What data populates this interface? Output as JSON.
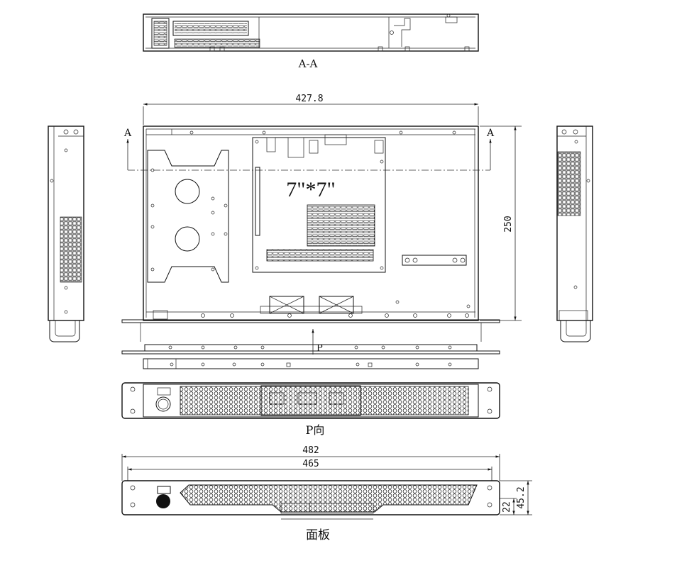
{
  "views": {
    "section_label": "A-A",
    "p_view_label": "P向",
    "panel_label": "面板",
    "arrow_a_left": "A",
    "arrow_a_right": "A",
    "arrow_p": "P",
    "board_label": "7\"*7\""
  },
  "dimensions": {
    "top_width": "427.8",
    "top_depth": "250",
    "panel_total_width": "482",
    "panel_inner_width": "465",
    "panel_height": "45.2",
    "panel_inner_height": "22"
  }
}
